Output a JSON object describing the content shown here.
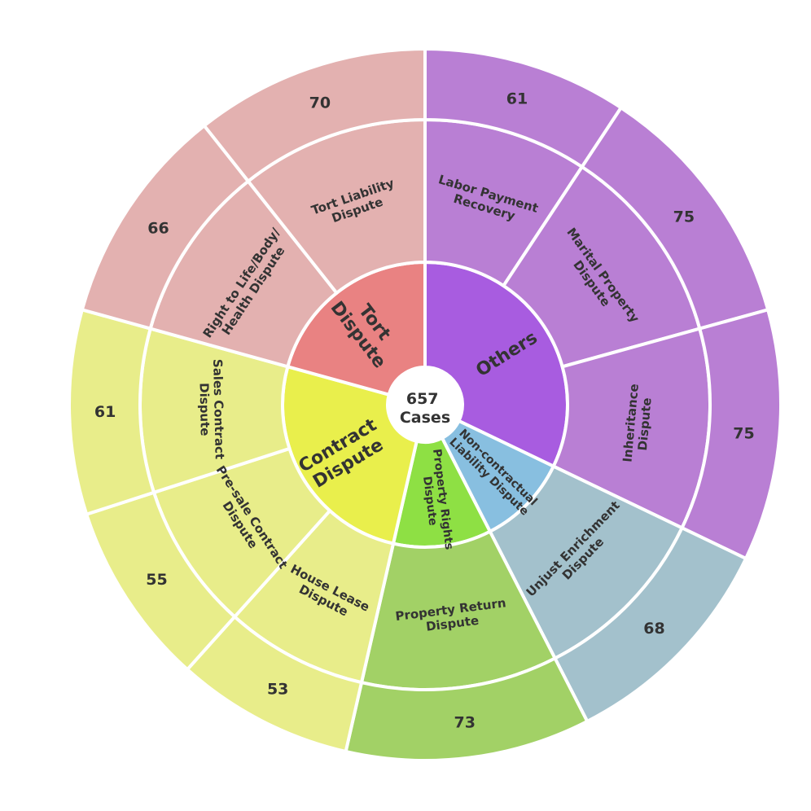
{
  "chart_data": {
    "type": "sunburst",
    "center": {
      "line1": "657",
      "line2": "Cases"
    },
    "groups": [
      {
        "name": "Others",
        "label_lines": [
          "Others"
        ],
        "color": "#a85ce0",
        "child_color": "#b97fd4",
        "children": [
          {
            "name": "Labor Payment Recovery",
            "label_lines": [
              "Labor Payment",
              "Recovery"
            ],
            "value": 61
          },
          {
            "name": "Marital Property Dispute",
            "label_lines": [
              "Marital Property",
              "Dispute"
            ],
            "value": 75
          },
          {
            "name": "Inheritance Dispute",
            "label_lines": [
              "Inheritance",
              "Dispute"
            ],
            "value": 75
          }
        ]
      },
      {
        "name": "Non-contractual Liability Dispute",
        "label_lines": [
          "Non-contractual",
          "Liability Dispute"
        ],
        "color": "#88bfe0",
        "child_color": "#a3c1cc",
        "children": [
          {
            "name": "Unjust Enrichment Dispute",
            "label_lines": [
              "Unjust Enrichment",
              "Dispute"
            ],
            "value": 68
          }
        ]
      },
      {
        "name": "Property Rights Dispute",
        "label_lines": [
          "Property Rights",
          "Dispute"
        ],
        "color": "#8ee044",
        "child_color": "#a2d166",
        "children": [
          {
            "name": "Property Return Dispute",
            "label_lines": [
              "Property Return",
              "Dispute"
            ],
            "value": 73
          }
        ]
      },
      {
        "name": "Contract Dispute",
        "label_lines": [
          "Contract",
          "Dispute"
        ],
        "color": "#e9ef4c",
        "child_color": "#e8ed8a",
        "children": [
          {
            "name": "House Lease Dispute",
            "label_lines": [
              "House Lease",
              "Dispute"
            ],
            "value": 53
          },
          {
            "name": "Pre-sale Contract Dispute",
            "label_lines": [
              "Pre-sale Contract",
              "Dispute"
            ],
            "value": 55
          },
          {
            "name": "Sales Contract Dispute",
            "label_lines": [
              "Sales Contract",
              "Dispute"
            ],
            "value": 61
          }
        ]
      },
      {
        "name": "Tort Dispute",
        "label_lines": [
          "Tort",
          "Dispute"
        ],
        "color": "#e98282",
        "child_color": "#e3b1b0",
        "children": [
          {
            "name": "Right to Life/Body/Health Dispute",
            "label_lines": [
              "Right to Life/Body/",
              "Health Dispute"
            ],
            "value": 66
          },
          {
            "name": "Tort Liability Dispute",
            "label_lines": [
              "Tort Liability",
              "Dispute"
            ],
            "value": 70
          }
        ]
      }
    ]
  }
}
